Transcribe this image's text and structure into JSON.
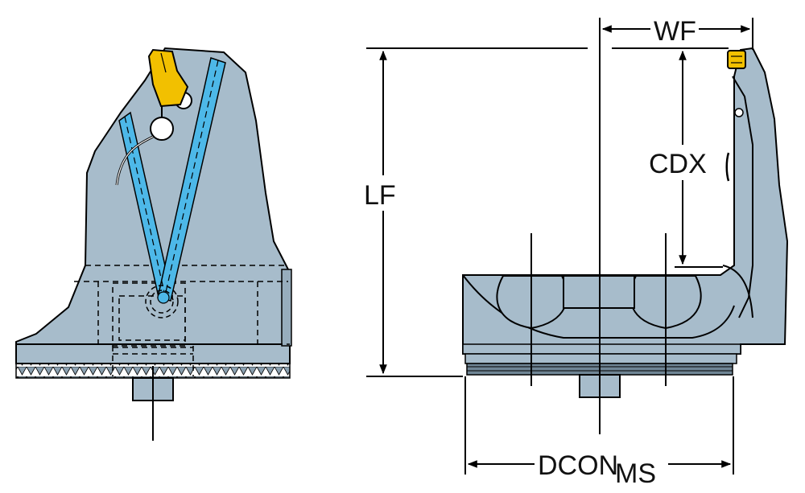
{
  "diagram": {
    "colors": {
      "body": "#a7bccb",
      "body_dark": "#8aa0b0",
      "outline": "#000000",
      "coolant": "#4db8e8",
      "insert": "#f2c000",
      "background": "#ffffff"
    },
    "dimensions": {
      "wf": "WF",
      "lf": "LF",
      "cdx": "CDX",
      "dcon": "DCON",
      "dcon_sub": "MS"
    }
  }
}
